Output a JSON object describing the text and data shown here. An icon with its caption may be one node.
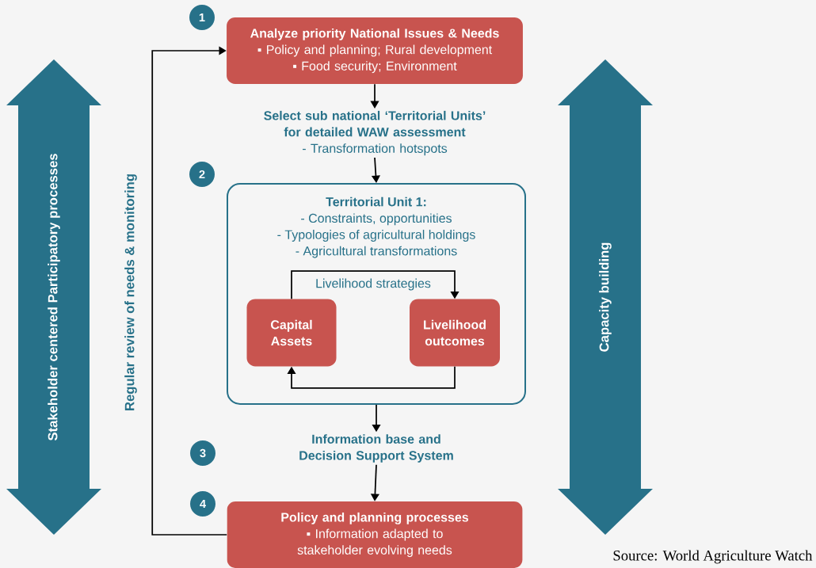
{
  "diagram": {
    "nodes": [
      {
        "text": [
          "Stakeholder centered Participatory processes"
        ]
      },
      {
        "text": [
          "1"
        ]
      },
      {
        "text": [
          "Analyze priority National Issues & Needs",
          "▪ Policy and planning; Rural development",
          "▪ Food security; Environment"
        ]
      },
      {
        "text": [
          "Select sub national ‘Territorial Units’ for detailed WAW assessment",
          "- Transformation hotspots"
        ]
      },
      {
        "text": [
          "2"
        ]
      },
      {
        "text": [
          "Territorial Unit 1:",
          "- Constraints, opportunities",
          "- Typologies of agricultural holdings",
          "- Agricultural transformations"
        ]
      },
      {
        "text": [
          "Capital Assets"
        ],
        "in": 5
      },
      {
        "text": [
          "Livelihood outcomes"
        ],
        "in": 5
      },
      {
        "text": [
          "Information base and Decision Support System"
        ]
      },
      {
        "text": [
          "3"
        ]
      },
      {
        "text": [
          "4"
        ]
      },
      {
        "text": [
          "Policy and planning processes",
          "▪ Information adapted to stakeholder evolving needs"
        ]
      },
      {
        "text": [
          "Capacity building"
        ]
      }
    ],
    "edges": [
      {
        "from": 2,
        "to": 3,
        "arrow": "to"
      },
      {
        "from": 3,
        "to": 5,
        "arrow": "to"
      },
      {
        "from": 6,
        "to": 7,
        "arrow": "to",
        "label": "Livelihood strategies"
      },
      {
        "from": 7,
        "to": 6,
        "arrow": "to"
      },
      {
        "from": 5,
        "to": 8,
        "arrow": "to"
      },
      {
        "from": 8,
        "to": 11,
        "arrow": "to"
      },
      {
        "from": 11,
        "to": 2,
        "arrow": "to",
        "label": "Regular review of needs & monitoring"
      }
    ],
    "labels": [
      "Source: World Agriculture Watch"
    ]
  }
}
